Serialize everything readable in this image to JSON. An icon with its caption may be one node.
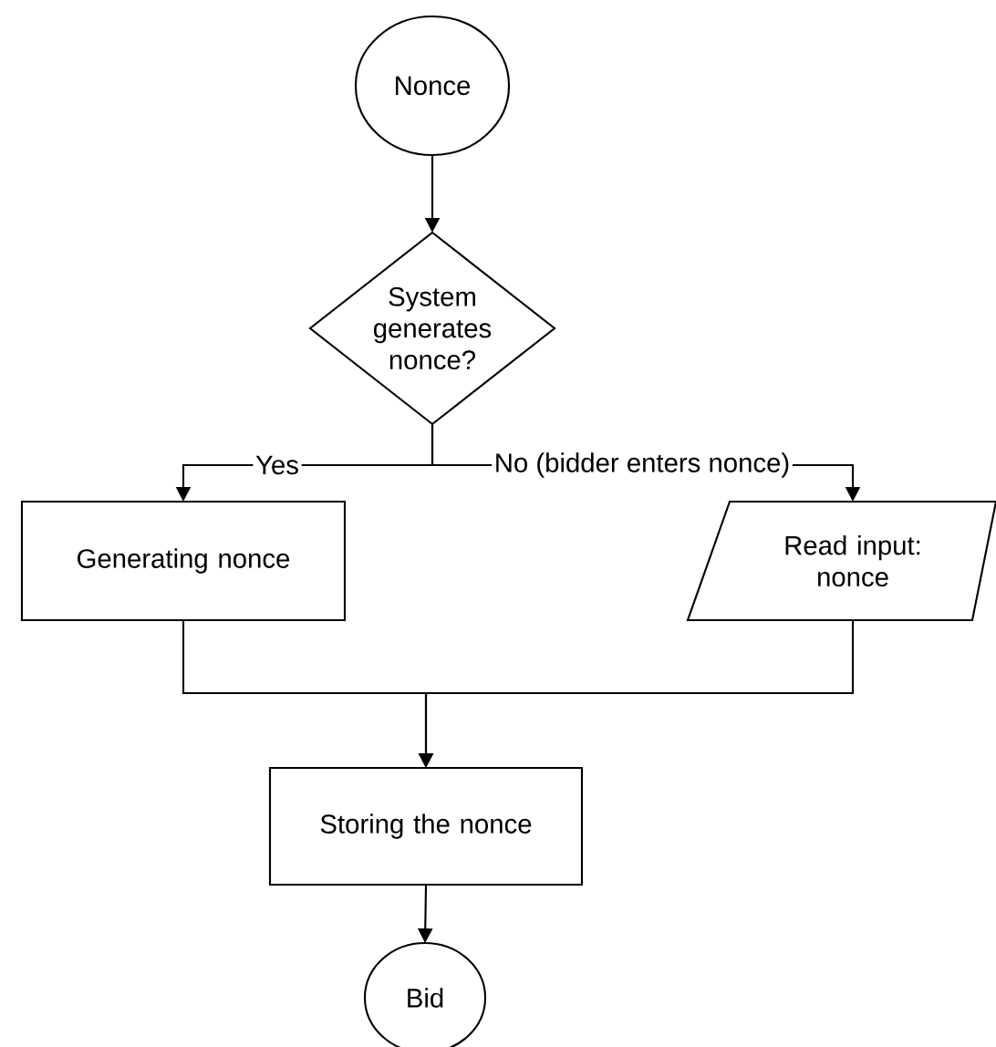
{
  "diagram": {
    "nodes": [
      {
        "text": [
          "Nonce"
        ]
      },
      {
        "text": [
          "System generates nonce?"
        ]
      },
      {
        "text": [
          "Generating nonce"
        ]
      },
      {
        "text": [
          "Read input: nonce"
        ]
      },
      {
        "text": [
          "Storing the nonce"
        ]
      },
      {
        "text": [
          "Bid"
        ]
      }
    ],
    "edges": [
      {
        "from": 0,
        "to": 1,
        "arrow": "to"
      },
      {
        "from": 1,
        "to": 2,
        "arrow": "to",
        "label": "Yes"
      },
      {
        "from": 1,
        "to": 3,
        "arrow": "to",
        "label": "No (bidder enters nonce)"
      },
      {
        "from": 2,
        "to": 4,
        "arrow": "to"
      },
      {
        "from": 3,
        "to": 4,
        "arrow": "to"
      },
      {
        "from": 4,
        "to": 5,
        "arrow": "to"
      }
    ]
  }
}
